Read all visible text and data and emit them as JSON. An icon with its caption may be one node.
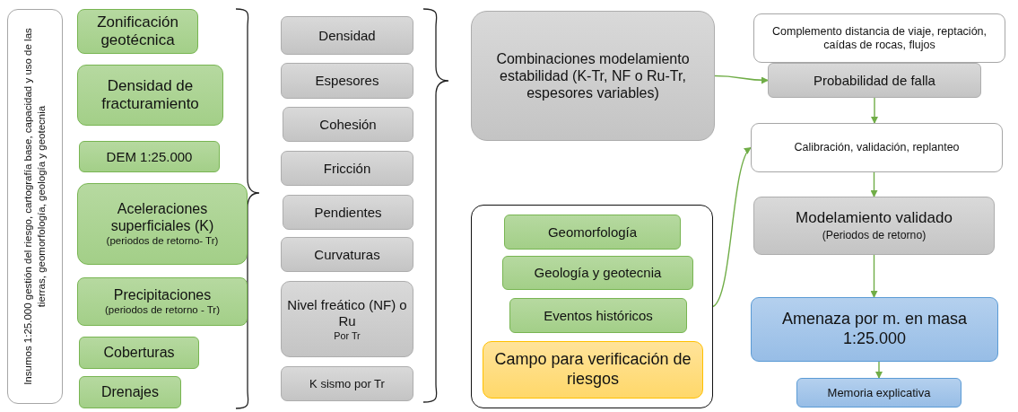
{
  "diagram": {
    "nodes": [
      {
        "text": [
          "Insumos 1:25.000 gestión del riesgo, cartografía base, capacidad y uso de las tierras, geomorfología, geología y geotecnia"
        ]
      },
      {
        "text": [
          "Zonificación geotécnica"
        ]
      },
      {
        "text": [
          "Densidad de fracturamiento"
        ]
      },
      {
        "text": [
          "DEM 1:25.000"
        ]
      },
      {
        "text": [
          "Aceleraciones superficiales (K)",
          "(periodos de retorno- Tr)"
        ]
      },
      {
        "text": [
          "Precipitaciones",
          "(periodos de retorno - Tr)"
        ]
      },
      {
        "text": [
          "Coberturas"
        ]
      },
      {
        "text": [
          "Drenajes"
        ]
      },
      {
        "text": [
          "Densidad"
        ]
      },
      {
        "text": [
          "Espesores"
        ]
      },
      {
        "text": [
          "Cohesión"
        ]
      },
      {
        "text": [
          "Fricción"
        ]
      },
      {
        "text": [
          "Pendientes"
        ]
      },
      {
        "text": [
          "Curvaturas"
        ]
      },
      {
        "text": [
          "Nivel freático (NF) o Ru",
          "Por Tr"
        ]
      },
      {
        "text": [
          "K sismo por Tr"
        ]
      },
      {
        "text": [
          "Combinaciones modelamiento estabilidad (K-Tr, NF o Ru-Tr, espesores variables)"
        ]
      },
      {
        "text": [],
        "shape": "box"
      },
      {
        "text": [
          "Geomorfología"
        ],
        "in": 17
      },
      {
        "text": [
          "Geología y geotecnia"
        ],
        "in": 17
      },
      {
        "text": [
          "Eventos históricos"
        ],
        "in": 17
      },
      {
        "text": [
          "Campo para verificación de riesgos"
        ],
        "in": 17
      },
      {
        "text": [
          "Complemento distancia de viaje, reptación, caídas de rocas, flujos"
        ]
      },
      {
        "text": [
          "Probabilidad de falla"
        ]
      },
      {
        "text": [
          "Calibración, validación, replanteo"
        ]
      },
      {
        "text": [
          "Modelamiento validado",
          "(Periodos de retorno)"
        ]
      },
      {
        "text": [
          "Amenaza por m. en masa 1:25.000"
        ]
      },
      {
        "text": [
          "Memoria explicativa"
        ]
      }
    ],
    "edges": [
      {
        "from": 16,
        "to": 23,
        "arrow": "to"
      },
      {
        "from": 17,
        "to": 24,
        "arrow": "to"
      },
      {
        "from": 23,
        "to": 24,
        "arrow": "to"
      },
      {
        "from": 24,
        "to": 25,
        "arrow": "to"
      },
      {
        "from": 25,
        "to": 26,
        "arrow": "to"
      },
      {
        "from": 26,
        "to": 27,
        "arrow": "to"
      }
    ]
  }
}
